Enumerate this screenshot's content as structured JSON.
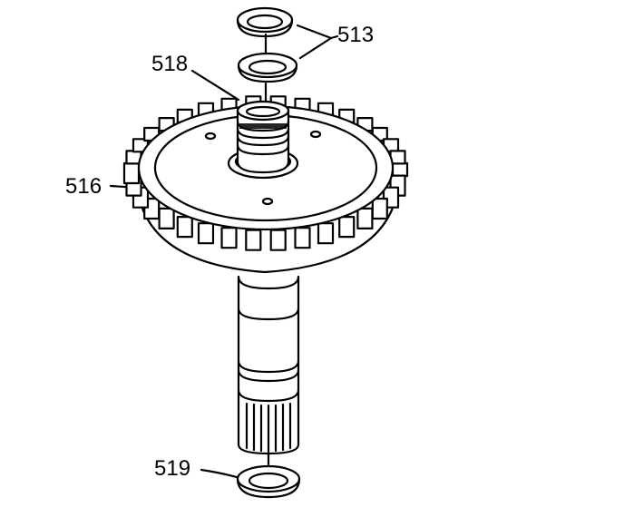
{
  "diagram": {
    "parts": [
      {
        "label": "513"
      },
      {
        "label": "518"
      },
      {
        "label": "516"
      },
      {
        "label": "519"
      }
    ]
  }
}
